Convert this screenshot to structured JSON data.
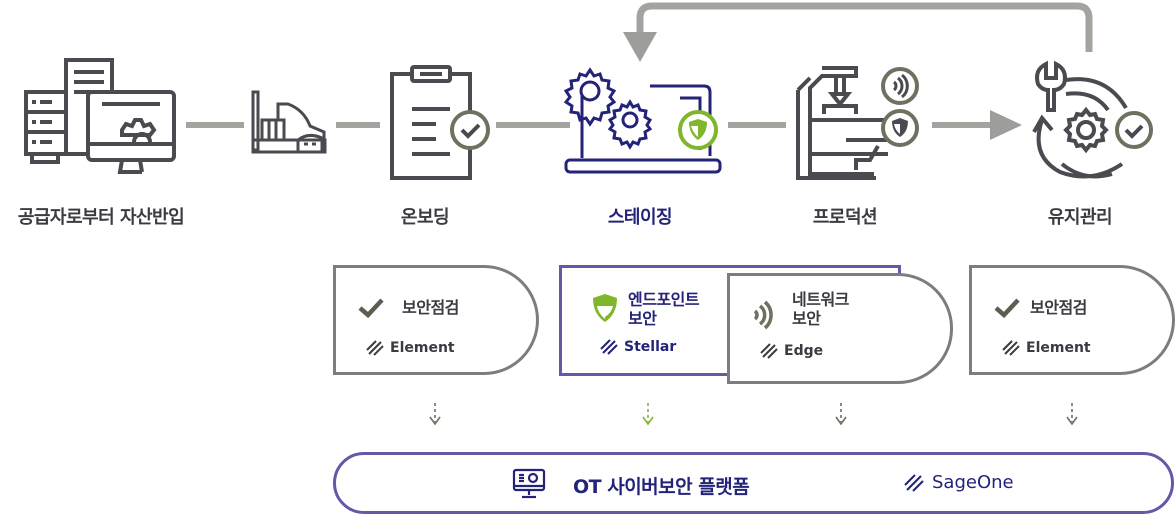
{
  "stages": [
    {
      "id": "supply",
      "label": "공급자로부터 자산반입",
      "icon": "server-monitor-gear-icon"
    },
    {
      "id": "factory",
      "label": "",
      "icon": "factory-icon"
    },
    {
      "id": "onboarding",
      "label": "온보딩",
      "icon": "clipboard-check-icon"
    },
    {
      "id": "staging",
      "label": "스테이징",
      "icon": "laptop-gears-shield-icon",
      "active": true
    },
    {
      "id": "production",
      "label": "프로덕션",
      "icon": "machine-press-icon"
    },
    {
      "id": "maintenance",
      "label": "유지관리",
      "icon": "wrench-gear-cycle-icon"
    }
  ],
  "cards": [
    {
      "id": "onboarding-card",
      "title": "보안점검",
      "icon": "checkmark-icon",
      "product": "Element"
    },
    {
      "id": "endpoint-card",
      "title_line1": "엔드포인트",
      "title_line2": "보안",
      "icon": "shield-icon",
      "product": "Stellar"
    },
    {
      "id": "network-card",
      "title_line1": "네트워크",
      "title_line2": "보안",
      "icon": "wireless-signal-icon",
      "product": "Edge"
    },
    {
      "id": "maintenance-card",
      "title": "보안점검",
      "icon": "checkmark-icon",
      "product": "Element"
    }
  ],
  "platform": {
    "title": "OT 사이버보안 플랫폼",
    "icon": "monitor-icon",
    "product": "SageOne"
  },
  "colors": {
    "gray_icon": "#4a4a50",
    "gray_line": "#a3a3a0",
    "card_gray": "#7d7d7f",
    "purple_border": "#6558a6",
    "navy": "#23237a",
    "green": "#7fb62c",
    "olive": "#6e7060"
  }
}
